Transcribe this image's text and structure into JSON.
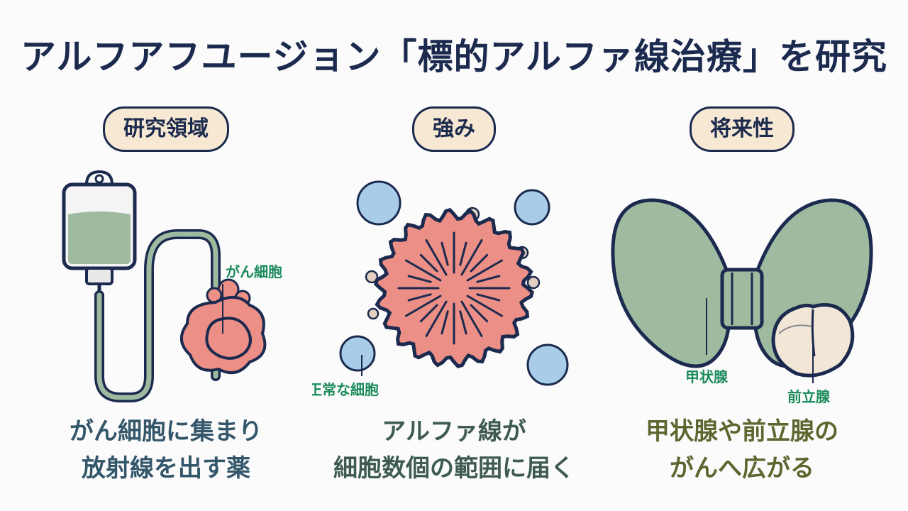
{
  "title": "アルフアフユージョン「標的アルファ線治療」を研究",
  "columns": [
    {
      "heading": "研究領域",
      "label_cancer": "がん細胞",
      "caption_line1": "がん細胞に集まり",
      "caption_line2": "放射線を出す薬"
    },
    {
      "heading": "強み",
      "label_normal": "正常な細胞",
      "caption_line1": "アルファ線が",
      "caption_line2": "細胞数個の範囲に届く"
    },
    {
      "heading": "将来性",
      "label_thyroid": "甲状腺",
      "label_prostate": "前立腺",
      "caption_line1": "甲状腺や前立腺の",
      "caption_line2": "がんへ広がる"
    }
  ],
  "colors": {
    "navy": "#1b2a4e",
    "pill_bg": "#f6e8d2",
    "green_fill": "#9ebba0",
    "cancer_fill": "#ec8f86",
    "normal_cell": "#a9cde9",
    "label_green": "#1a8a5a"
  }
}
